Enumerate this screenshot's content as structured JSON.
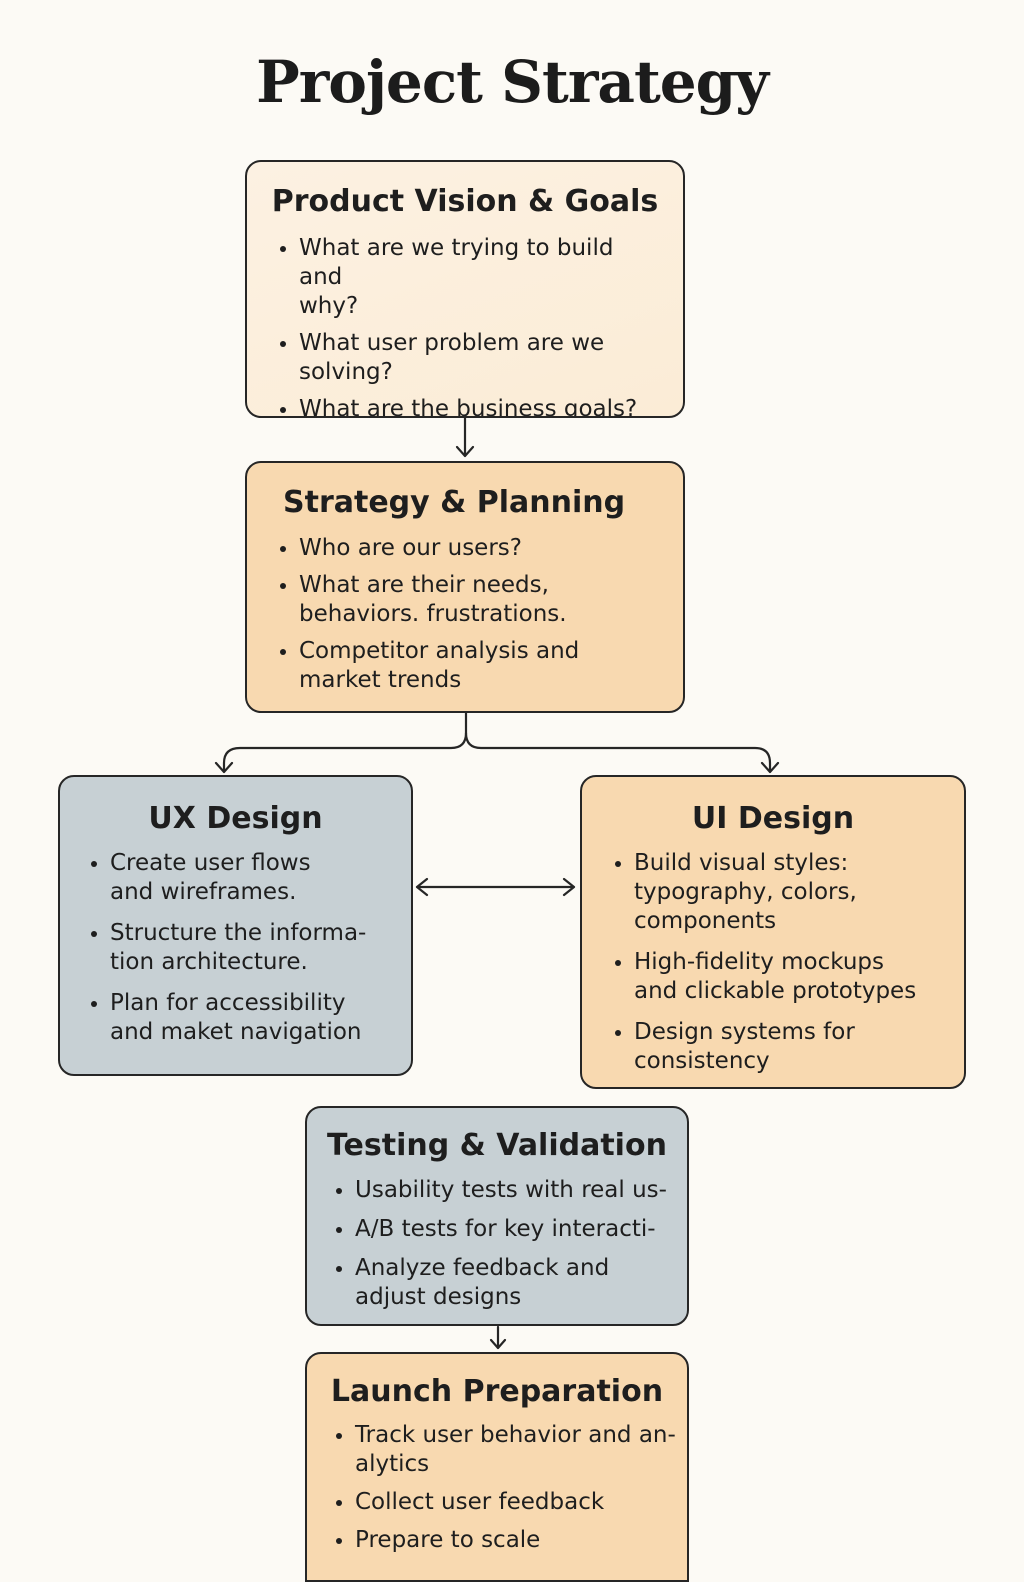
{
  "title": "Project Strategy",
  "colors": {
    "background": "#fcfaf5",
    "light_peach": "#fbecd6",
    "peach": "#f8d9b0",
    "slate_blue": "#c7d0d4",
    "outline": "#262626"
  },
  "nodes": {
    "vision": {
      "title": "Product Vision & Goals",
      "items": [
        [
          "What are we trying to build and",
          "why?"
        ],
        [
          "What user problem are we",
          "solving?"
        ],
        [
          "What are the business goals?"
        ]
      ]
    },
    "strategy": {
      "title": "Strategy & Planning",
      "items": [
        [
          "Who are our users?"
        ],
        [
          "What are their needs,",
          "behaviors. frustrations."
        ],
        [
          "Competitor analysis and",
          "market trends"
        ]
      ]
    },
    "ux": {
      "title": "UX Design",
      "items": [
        [
          "Create user flows",
          "and wireframes."
        ],
        [
          "Structure the informa-",
          "tion architecture."
        ],
        [
          "Plan for accessibility",
          "and maket navigation"
        ]
      ]
    },
    "ui": {
      "title": "UI Design",
      "items": [
        [
          "Build visual styles:",
          "typography, colors,",
          "components"
        ],
        [
          "High-fidelity mockups",
          "and clickable prototypes"
        ],
        [
          "Design systems for",
          "consistency"
        ]
      ]
    },
    "testing": {
      "title": "Testing & Validation",
      "items": [
        [
          "Usability tests with real us-"
        ],
        [
          "A/B tests for key interacti-"
        ],
        [
          "Analyze feedback and",
          "adjust designs"
        ]
      ]
    },
    "launch": {
      "title": "Launch Preparation",
      "items": [
        [
          "Track user behavior and an-",
          "alytics"
        ],
        [
          "Collect user feedback"
        ],
        [
          "Prepare to scale"
        ]
      ]
    }
  },
  "connectors": [
    {
      "from": "Product Vision & Goals",
      "to": "Strategy & Planning"
    },
    {
      "from": "Strategy & Planning",
      "to": "UX Design"
    },
    {
      "from": "Strategy & Planning",
      "to": "UI Design"
    },
    {
      "from": "UX Design",
      "to": "UI Design",
      "bidirectional": true
    },
    {
      "from": "Testing & Validation",
      "to": "Launch Preparation"
    }
  ]
}
